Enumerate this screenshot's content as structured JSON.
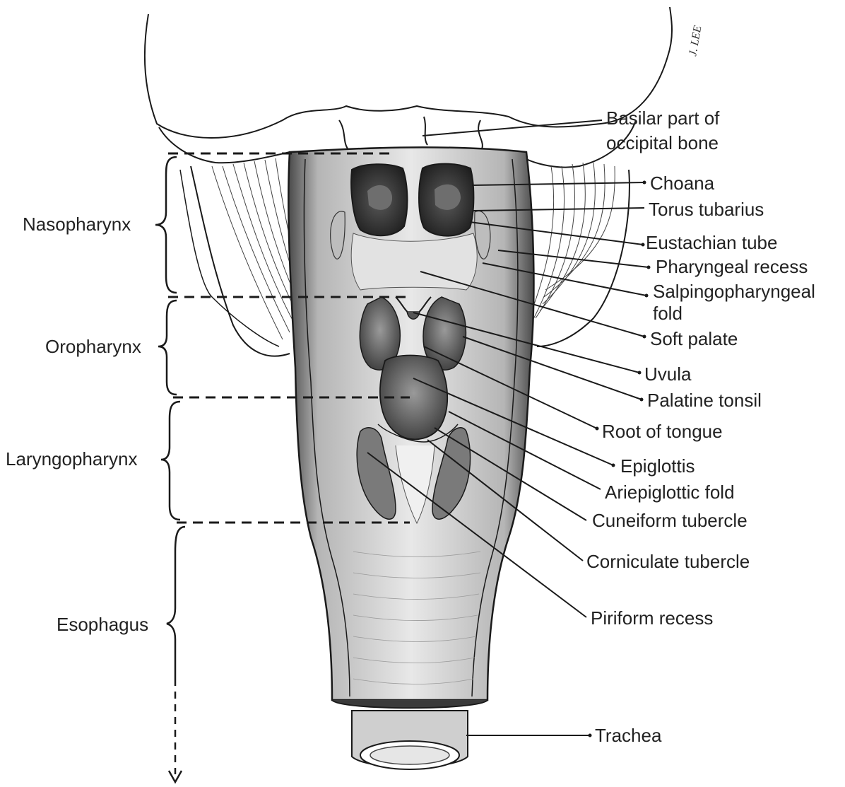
{
  "signature": "J. LEE",
  "colors": {
    "ink": "#222222",
    "line": "#1a1a1a",
    "tissue_dark": "#3a3a3a",
    "tissue_mid": "#8a8a8a",
    "tissue_light": "#d9d9d9",
    "background": "#ffffff"
  },
  "regions": {
    "nasopharynx": "Nasopharynx",
    "oropharynx": "Oropharynx",
    "laryngopharynx": "Laryngopharynx",
    "esophagus": "Esophagus"
  },
  "labels": {
    "basilar_line1": "Basilar part of",
    "basilar_line2": "occipital bone",
    "choana": "Choana",
    "torus_tubarius": "Torus tubarius",
    "eustachian_tube": "Eustachian tube",
    "pharyngeal_recess": "Pharyngeal recess",
    "salpingo_line1": "Salpingopharyngeal",
    "salpingo_line2": "fold",
    "soft_palate": "Soft palate",
    "uvula": "Uvula",
    "palatine_tonsil": "Palatine tonsil",
    "root_of_tongue": "Root of tongue",
    "epiglottis": "Epiglottis",
    "ariepiglottic_fold": "Ariepiglottic fold",
    "cuneiform_tubercle": "Cuneiform tubercle",
    "corniculate_tubercle": "Corniculate tubercle",
    "piriform_recess": "Piriform recess",
    "trachea": "Trachea"
  }
}
